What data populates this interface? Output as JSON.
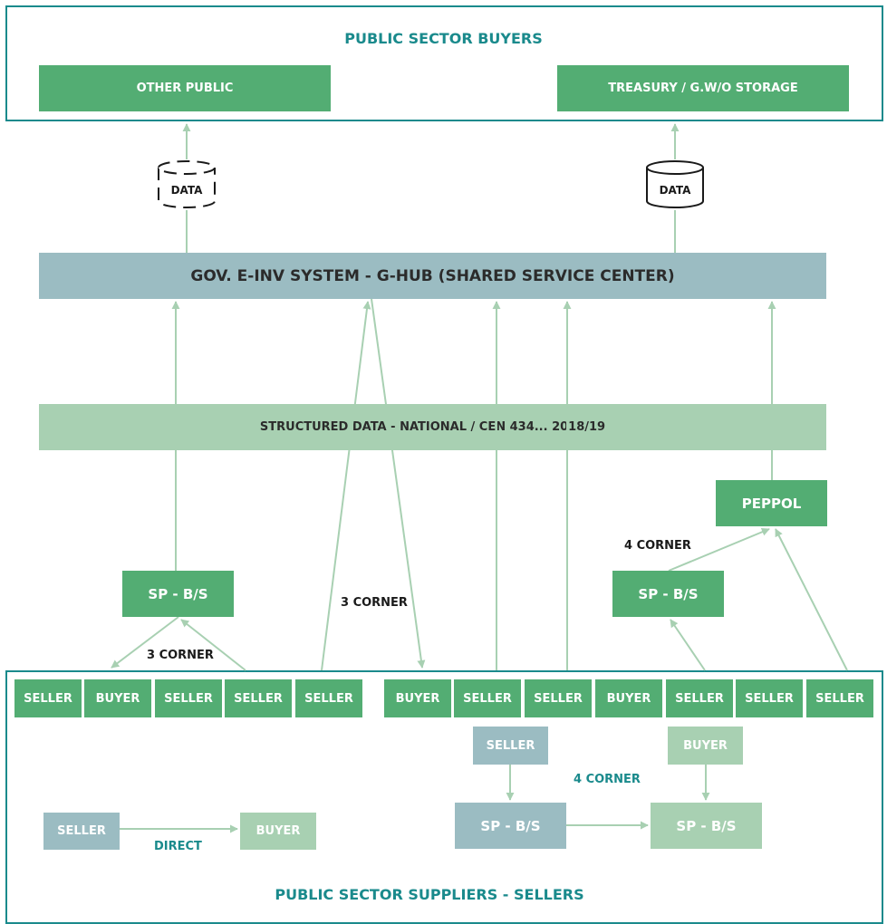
{
  "buyers": {
    "title": "PUBLIC SECTOR BUYERS",
    "other_public": "OTHER PUBLIC",
    "treasury": "TREASURY / G.W/O STORAGE"
  },
  "data_cylinders": {
    "left": "DATA",
    "right": "DATA"
  },
  "hub": "GOV. E-INV SYSTEM - G-HUB (SHARED SERVICE CENTER)",
  "structured_data": "STRUCTURED DATA - NATIONAL / CEN 434... 2018/19",
  "peppol": "PEPPOL",
  "sp_bs": {
    "left": "SP - B/S",
    "right": "SP - B/S",
    "bottom_left": "SP - B/S",
    "bottom_right": "SP - B/S"
  },
  "labels": {
    "three_corner_left": "3 CORNER",
    "three_corner_mid": "3 CORNER",
    "four_corner_top": "4 CORNER",
    "four_corner_bottom": "4 CORNER",
    "direct": "DIRECT"
  },
  "supplier_row": [
    "SELLER",
    "BUYER",
    "SELLER",
    "SELLER",
    "SELLER",
    "BUYER",
    "SELLER",
    "SELLER",
    "BUYER",
    "SELLER",
    "SELLER",
    "SELLER"
  ],
  "bottom": {
    "seller_mid": "SELLER",
    "buyer_mid": "BUYER",
    "direct_seller": "SELLER",
    "direct_buyer": "BUYER"
  },
  "suppliers": {
    "title": "PUBLIC SECTOR SUPPLIERS - SELLERS"
  },
  "colors": {
    "frame": "#1a8a8c",
    "green": "#53ad73",
    "blue": "#9bbcc2",
    "light_green": "#a8d0b2",
    "arrow": "#a8d0b2"
  }
}
